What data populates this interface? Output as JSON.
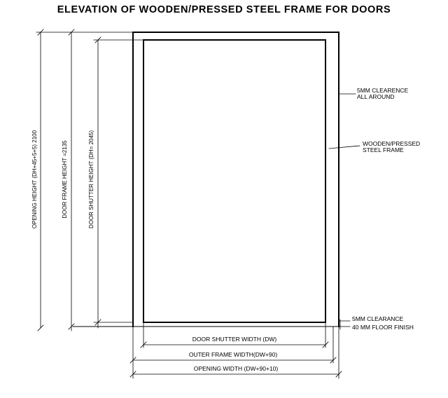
{
  "title": "ELEVATION OF WOODEN/PRESSED STEEL FRAME FOR DOORS",
  "notes": {
    "clearance_line1": "5MM CLEARENCE",
    "clearance_line2": "ALL AROUND",
    "frame_line1": "WOODEN/PRESSED",
    "frame_line2": "STEEL FRAME",
    "bottom_clearance": "5MM CLEARANCE",
    "floor_finish": "40 MM FLOOR FINISH"
  },
  "dimensions": {
    "shutter_width": "DOOR SHUTTER WIDTH (DW)",
    "outer_frame_width": "OUTER FRAME WIDTH(DW+90)",
    "opening_width": "OPENING WIDTH (DW+90+10)",
    "opening_height": "OPENING HEIGHT (DH+45+5+5) 2100",
    "frame_height": "DOOR FRAME HEIGHT =2135",
    "shutter_height": "DOOR SHUTTER HEIGHT (DH= 2045)"
  }
}
